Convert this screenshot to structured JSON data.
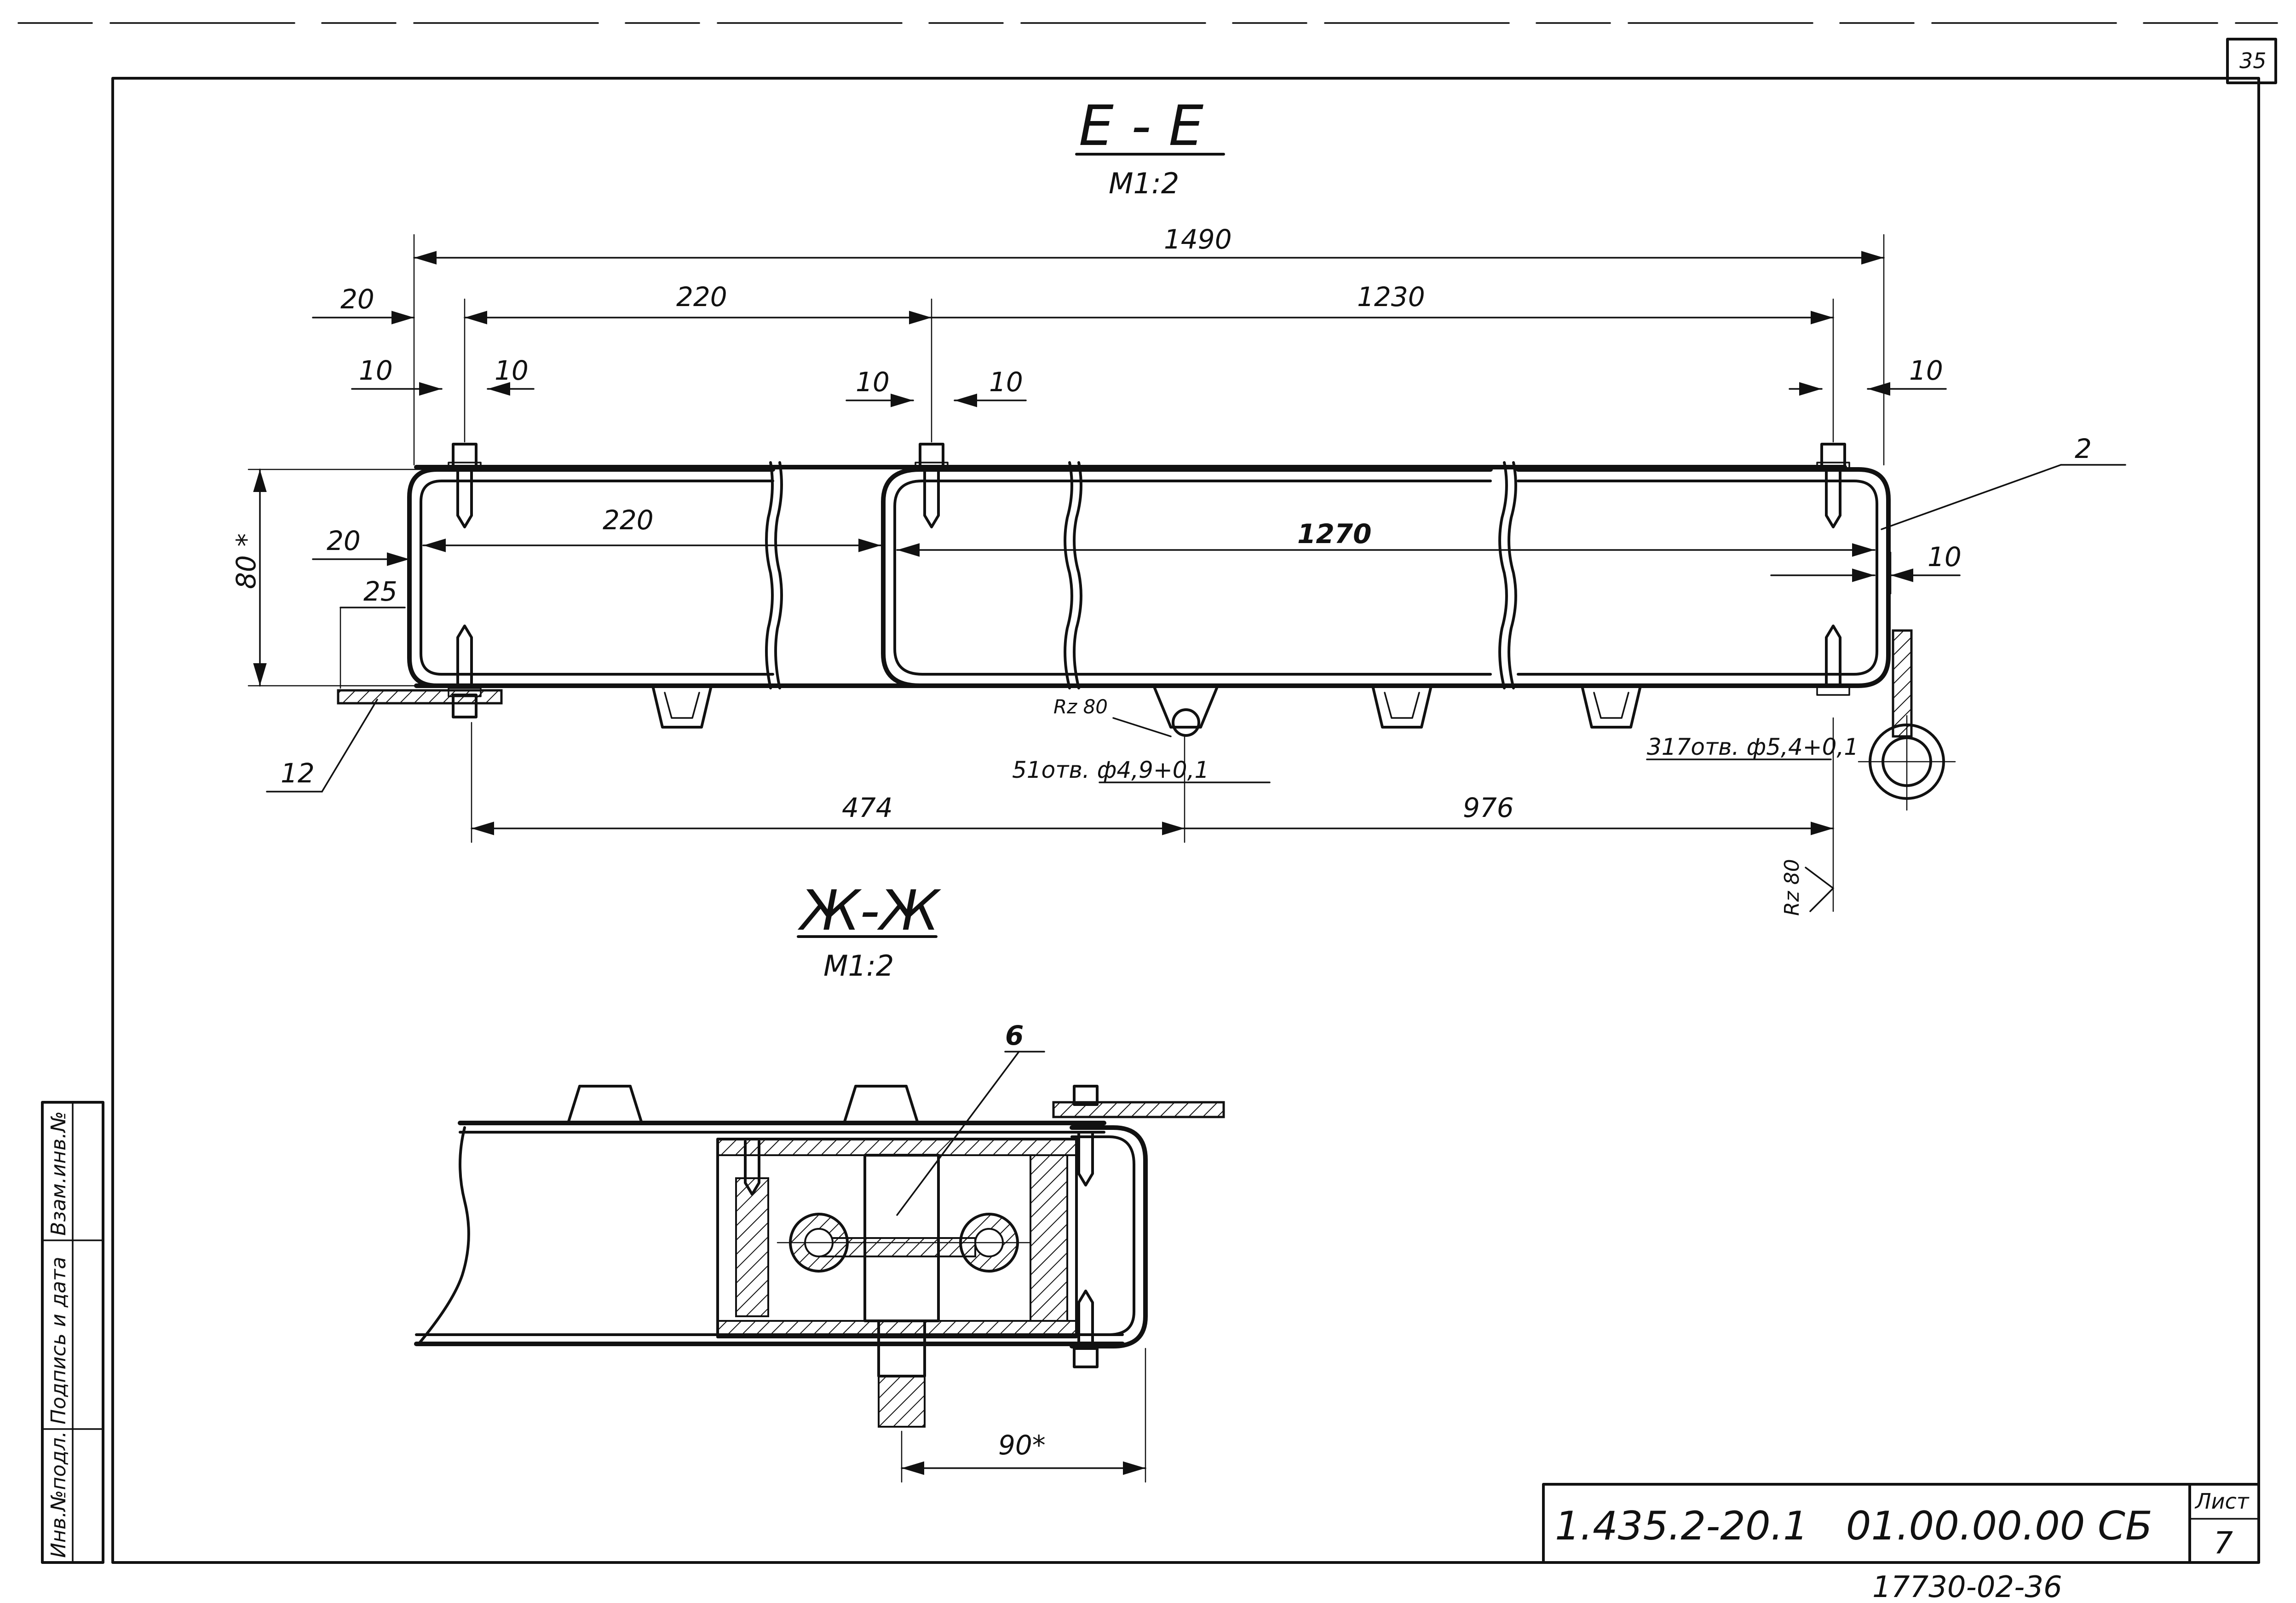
{
  "sheet": {
    "corner_number": "35",
    "document_code": "1.435.2-20.1   01.00.00.00 СБ",
    "sheet_label": "Лист",
    "sheet_number": "7",
    "bottom_number": "17730-02-36"
  },
  "stamp": {
    "col1": "Инв.№подл.",
    "col2": "Подпись и дата",
    "col3": "Взам.инв.№"
  },
  "section_e": {
    "title": "Е - Е",
    "scale": "М1:2",
    "dims": {
      "total": "1490",
      "left_20_top": "20",
      "seg_220_top": "220",
      "seg_1230": "1230",
      "bolt_10_a": "10",
      "bolt_10_b": "10",
      "bolt_10_c": "10",
      "bolt_10_d": "10",
      "bolt_10_e": "10",
      "inner_20": "20",
      "inner_220": "220",
      "inner_1270": "1270",
      "offset_25": "25",
      "height_80": "80 *",
      "right_10": "10",
      "bottom_474": "474",
      "bottom_976": "976"
    },
    "notes": {
      "rz_center": "Rz 80",
      "holes_center": "51отв. ф4,9+0,1",
      "holes_right": "317отв. ф5,4+0,1",
      "rz_right": "Rz 80"
    },
    "callouts": {
      "part_2": "2",
      "part_12": "12"
    }
  },
  "section_zh": {
    "title": "Ж-Ж",
    "scale": "М1:2",
    "callout_6": "6",
    "dim_90": "90*"
  }
}
